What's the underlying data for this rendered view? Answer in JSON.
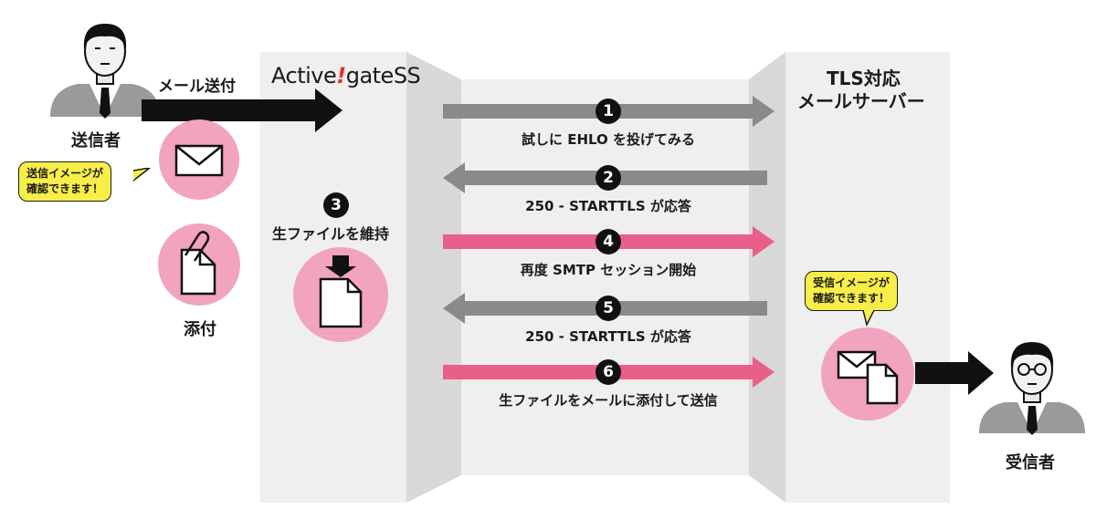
{
  "sender": {
    "action_label": "メール送付",
    "name": "送信者",
    "bubble_line1": "送信イメージが",
    "bubble_line2": "確認できます！",
    "attachment_label": "添付"
  },
  "gateway": {
    "logo_prefix": "Active",
    "logo_mark": "!",
    "logo_suffix": "gateSS",
    "step_number": "3",
    "step_label": "生ファイルを維持"
  },
  "server": {
    "title_line1": "TLS対応",
    "title_line2": "メールサーバー"
  },
  "receiver": {
    "name": "受信者",
    "bubble_line1": "受信イメージが",
    "bubble_line2": "確認できます！"
  },
  "steps": [
    {
      "number": "1",
      "label": "試しに EHLO を投げてみる",
      "direction": "right",
      "color": "#8a8a8a"
    },
    {
      "number": "2",
      "label": "250 - STARTTLS が応答",
      "direction": "left",
      "color": "#8a8a8a"
    },
    {
      "number": "4",
      "label": "再度 SMTP セッション開始",
      "direction": "right",
      "color": "#e8608a"
    },
    {
      "number": "5",
      "label": "250 - STARTTLS が応答",
      "direction": "left",
      "color": "#8a8a8a"
    },
    {
      "number": "6",
      "label": "生ファイルをメールに添付して送信",
      "direction": "right",
      "color": "#e8608a"
    }
  ],
  "colors": {
    "panel": "#efefef",
    "panel_side": "#d8d8d8",
    "pink_circle": "#f2a3c0",
    "bubble_yellow": "#f7ee4a",
    "logo_accent": "#e8332a"
  }
}
